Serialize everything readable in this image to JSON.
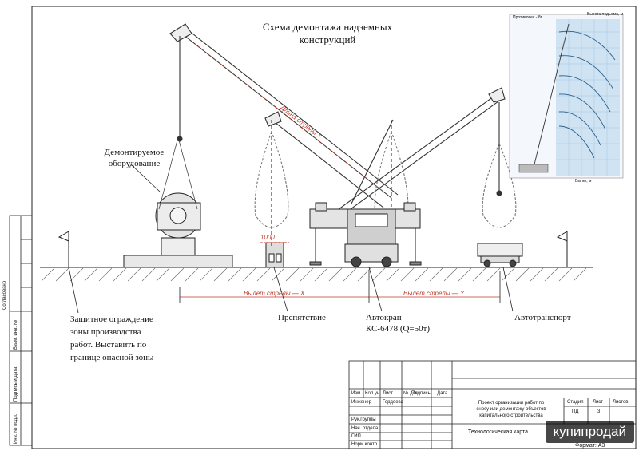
{
  "title": "Схема демонтажа надземных\nконструкций",
  "labels": {
    "equipment": "Демонтируемое\nоборудование",
    "fence": "Защитное ограждение\nзоны производства\nработ. Выставить по\nгранице опасной зоны",
    "obstacle": "Препятствие",
    "crane": "Автокран\nКС-6478 (Q=50т)",
    "truck": "Автотранспорт"
  },
  "annotations": {
    "boom_length": "Длина стрелы X",
    "reach_x": "Вылет стрелы — X",
    "reach_y": "Вылет стрелы — Y",
    "dim_1000": "1000"
  },
  "load_chart": {
    "header_left": "Противовес - 8т",
    "header_right": "Высота подъема, м",
    "axis_bottom": "Вылет, м"
  },
  "title_block": {
    "columns": [
      "Изм",
      "Кол.уч",
      "Лист",
      "№ док",
      "Подпись",
      "Дата"
    ],
    "roles": [
      "Инженер",
      "Рук.группы",
      "Нач. отдела",
      "ГИП",
      "Норм.контр."
    ],
    "engineer_name": "Гордеева",
    "project": "Проект организации работ по\nсносу или демонтажу объектов\nкапитального строительства",
    "sheet_title": "Технологическая карта",
    "stage_label": "Стадия",
    "stage": "ПД",
    "sheet_label": "Лист",
    "sheet": "3",
    "sheets_label": "Листов"
  },
  "side_labels": [
    "Согласовано",
    "Взам. инв. №",
    "Подпись и дата",
    "Инв. № подл."
  ],
  "format": "Формат: А3",
  "watermark": "купипродай"
}
